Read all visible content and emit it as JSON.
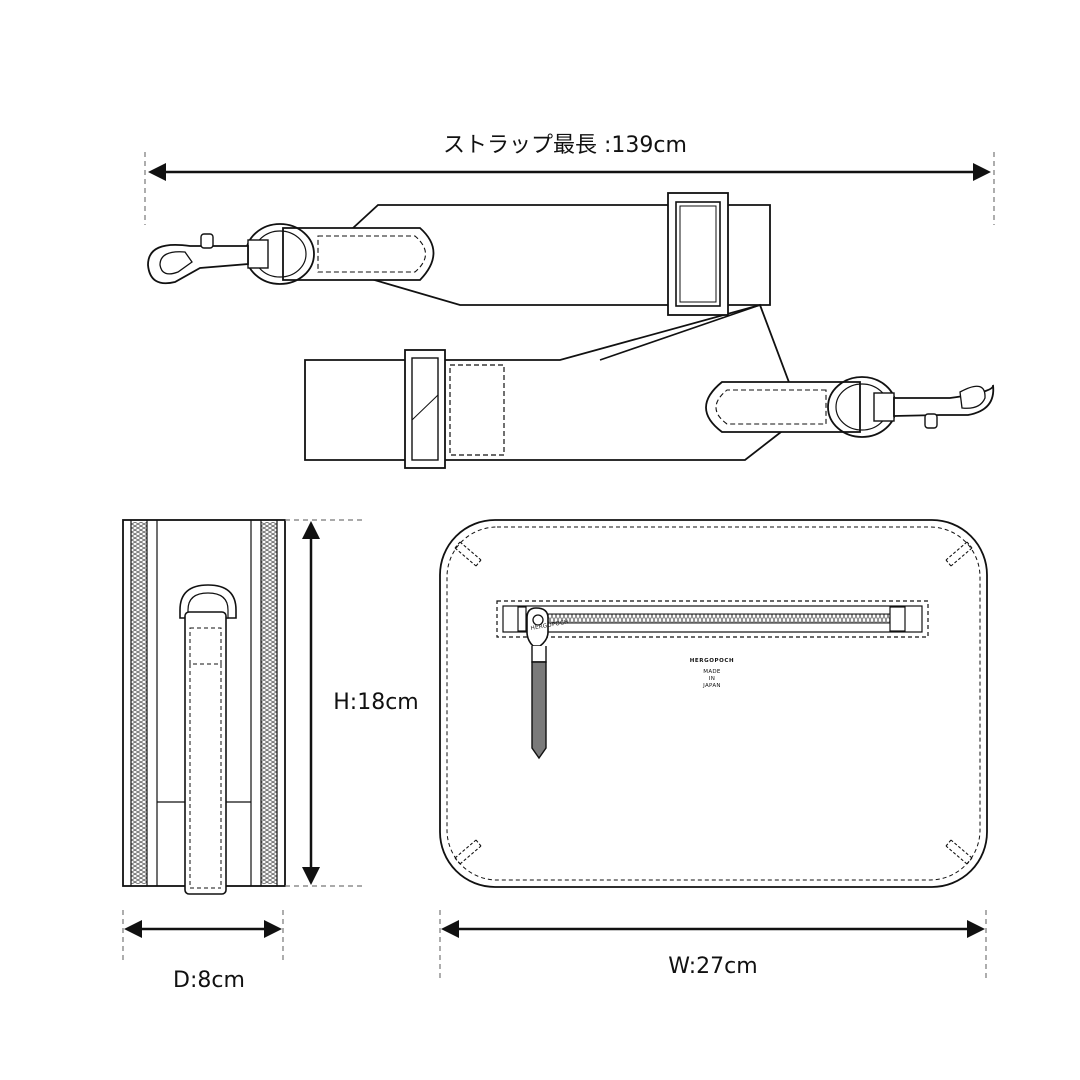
{
  "dimensions": {
    "strap": "ストラップ最長 :139cm",
    "height": "H:18cm",
    "depth": "D:8cm",
    "width": "W:27cm"
  },
  "bag_label": {
    "brand": "HERGOPOCH",
    "made_in_1": "MADE",
    "made_in_2": "IN",
    "made_in_3": "JAPAN"
  },
  "puller_text": "HERGOPOCH"
}
